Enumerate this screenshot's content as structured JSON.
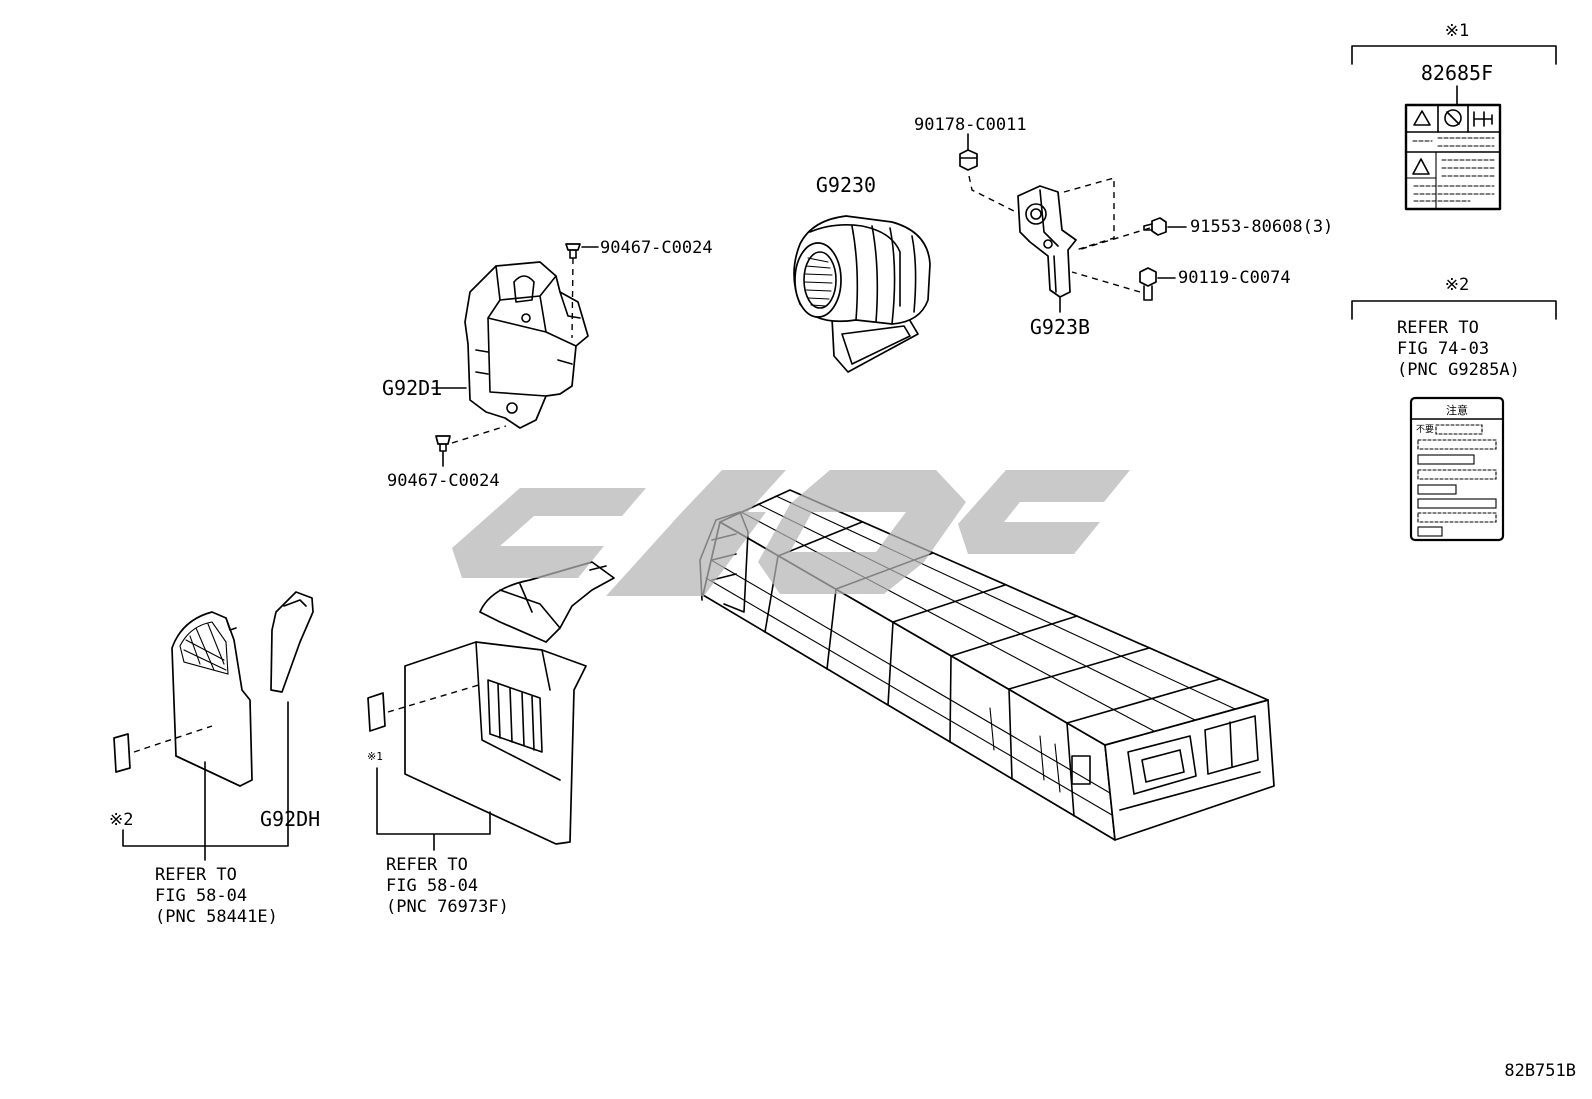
{
  "labels": {
    "note1_mark": "※1",
    "note1_part": "82685F",
    "nut_top": "90178-C0011",
    "blower": "G9230",
    "clip_top": "90467-C0024",
    "screw_bracket": "91553-80608(3)",
    "bolt_bracket": "90119-C0074",
    "bracket": "G923B",
    "note2_mark": "※2",
    "duct": "G92D1",
    "clip_bottom": "90467-C0024",
    "left_tag_mark": "※2",
    "left_panel": "G92DH",
    "mid_tag_mark": "※1",
    "diagram_id": "82B751B"
  },
  "refs": {
    "note2": [
      "REFER TO",
      "FIG 74-03",
      "(PNC G9285A)"
    ],
    "left": [
      "REFER TO",
      "FIG 58-04",
      "(PNC 58441E)"
    ],
    "mid": [
      "REFER TO",
      "FIG 58-04",
      "(PNC 76973F)"
    ]
  },
  "caution_label": {
    "heading": "注意",
    "text": "不要"
  },
  "colors": {
    "line": "#000000",
    "watermark": "#b4b4b4",
    "background": "#ffffff"
  }
}
